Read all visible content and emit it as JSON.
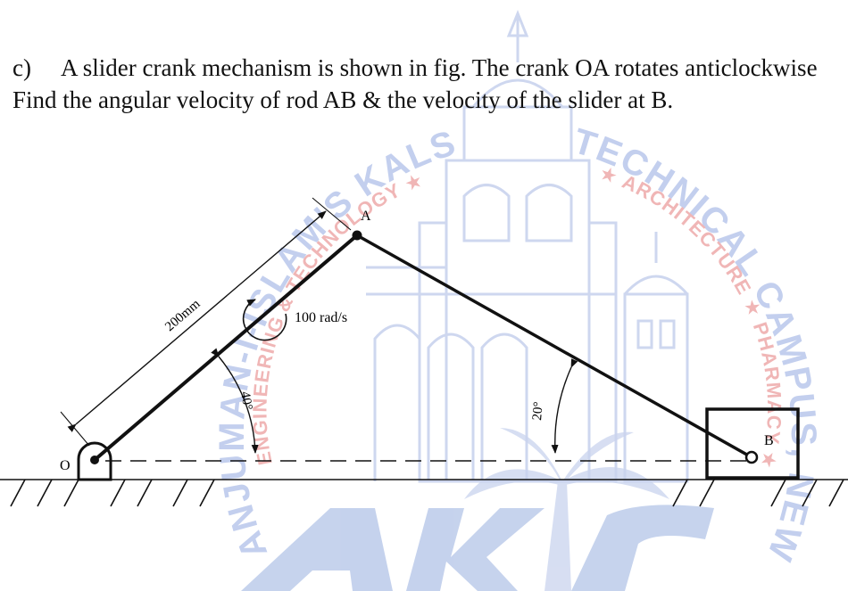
{
  "question": {
    "label": "c)",
    "line1": "A slider crank mechanism is shown in fig. The crank OA rotates anticlockwise",
    "line2": "Find the angular velocity of rod AB & the velocity of the slider at B."
  },
  "figure": {
    "point_o": "O",
    "point_a": "A",
    "point_b": "B",
    "crank_length": "200mm",
    "angular_velocity": "100 rad/s",
    "crank_angle": "40°",
    "rod_angle": "20°"
  },
  "watermark": {
    "arc_left": "ANJUMAN-I-ISLAM'S KALSEKAR",
    "arc_left_inner": "ENGINEERING & TECHNOLOGY ★",
    "arc_right": "TECHNICAL CAMPUS, NEW PANVEL",
    "arc_right_inner": "★ ARCHITECTURE ★ PHARMACY ★",
    "logo": "AKTC",
    "colors": {
      "blue": "#b8c8ea",
      "red": "#f2b9b9",
      "building": "#c9d3ee"
    }
  }
}
